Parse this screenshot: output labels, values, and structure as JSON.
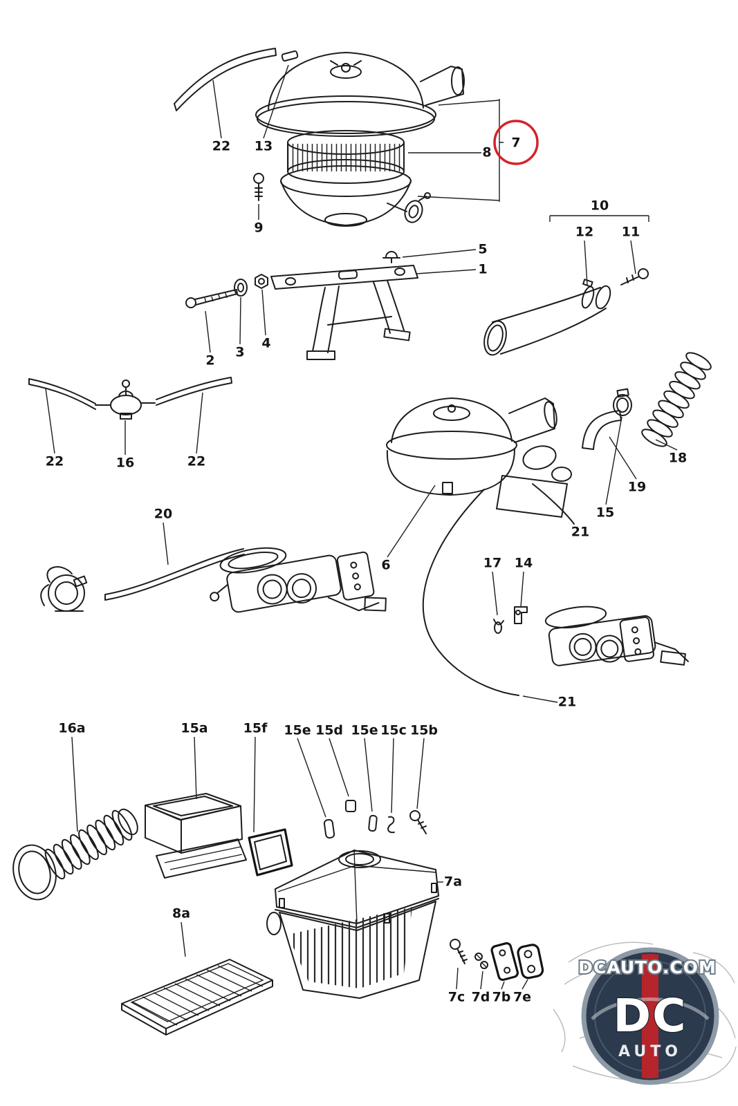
{
  "colors": {
    "highlight": "#d2232a",
    "line": "#1c1c1c",
    "badge_navy": "#2c3a4d",
    "badge_red": "#b6252b",
    "badge_ring": "#8d9aa6"
  },
  "watermark": {
    "site": "DCAUTO.COM",
    "logo_main": "DC",
    "logo_sub": "AUTO"
  },
  "labels": {
    "p22a": "22",
    "p13": "13",
    "p7": "7",
    "p8": "8",
    "p9": "9",
    "p10": "10",
    "p12": "12",
    "p11": "11",
    "p5": "5",
    "p1": "1",
    "p2": "2",
    "p3": "3",
    "p4": "4",
    "p22b": "22",
    "p16": "16",
    "p22c": "22",
    "p18": "18",
    "p19": "19",
    "p15": "15",
    "p21a": "21",
    "p6": "6",
    "p20": "20",
    "p17": "17",
    "p14": "14",
    "p21b": "21",
    "p16a": "16a",
    "p15a": "15a",
    "p15f": "15f",
    "p15e1": "15e",
    "p15d": "15d",
    "p15e2": "15e",
    "p15c": "15c",
    "p15b": "15b",
    "p7a": "7a",
    "p8a": "8a",
    "p7c": "7c",
    "p7d": "7d",
    "p7b": "7b",
    "p7e": "7e"
  }
}
